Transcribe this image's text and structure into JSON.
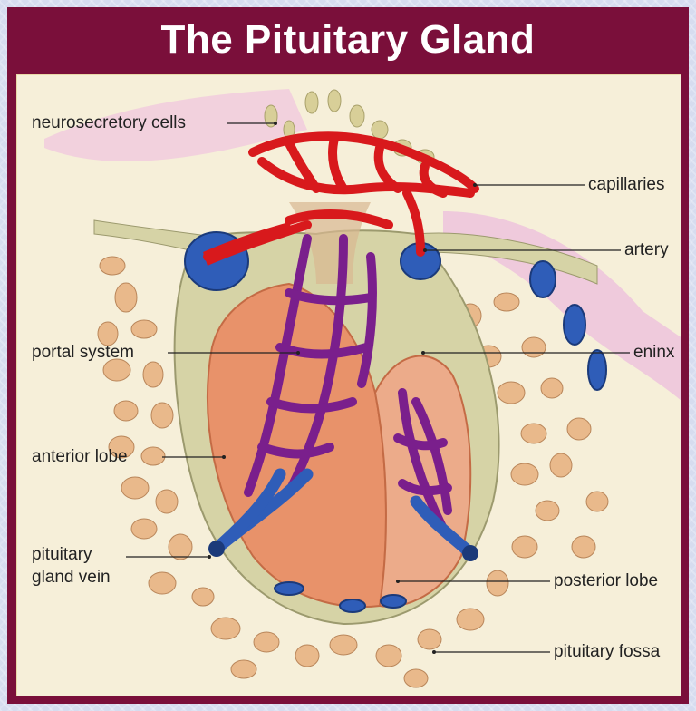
{
  "title": "The Pituitary Gland",
  "labels": {
    "neurosecretory_cells": "neurosecretory cells",
    "capillaries": "capillaries",
    "artery": "artery",
    "portal_system": "portal system",
    "meninx": "eninx",
    "anterior_lobe": "anterior lobe",
    "pituitary_gland_vein_line1": "pituitary",
    "pituitary_gland_vein_line2": "gland vein",
    "posterior_lobe": "posterior lobe",
    "pituitary_fossa": "pituitary fossa"
  },
  "colors": {
    "frame": "#7a0f3a",
    "panel": "#f6efd9",
    "capillaries": "#d8191c",
    "portal_system": "#7a1f8c",
    "veins": "#2f5db8",
    "anterior_lobe": "#e8926a",
    "meninx": "#c9c79a",
    "bone": "#e9b98b"
  }
}
